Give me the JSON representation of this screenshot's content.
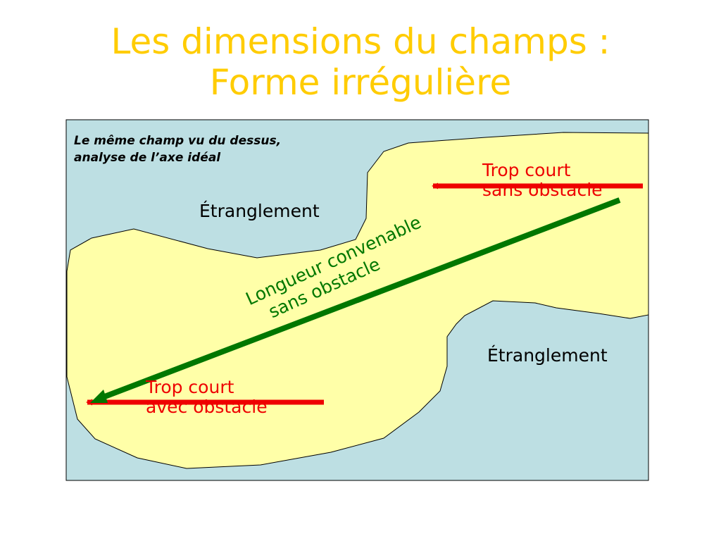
{
  "title": {
    "line1": "Les dimensions du champs :",
    "line2": "Forme irrégulière"
  },
  "caption": {
    "line1": "Le même champ vu du dessus,",
    "line2": "analyse de l’axe idéal"
  },
  "labels": {
    "strangulation_top": "Étranglement",
    "strangulation_bottom": "Étranglement",
    "too_short_no_obstacle": {
      "line1": "Trop court",
      "line2": "sans obstacle"
    },
    "too_short_with_obstacle": {
      "line1": "Trop court",
      "line2": "avec obstacle"
    },
    "suitable_length": {
      "line1": "Longueur convenable",
      "line2": "sans obstacle"
    }
  },
  "colors": {
    "title": "#FFCC00",
    "water_background": "#BDDFE3",
    "field": "#FFFFA8",
    "red_arrow": "#EE0000",
    "green_arrow": "#007700",
    "outline": "#000000"
  }
}
